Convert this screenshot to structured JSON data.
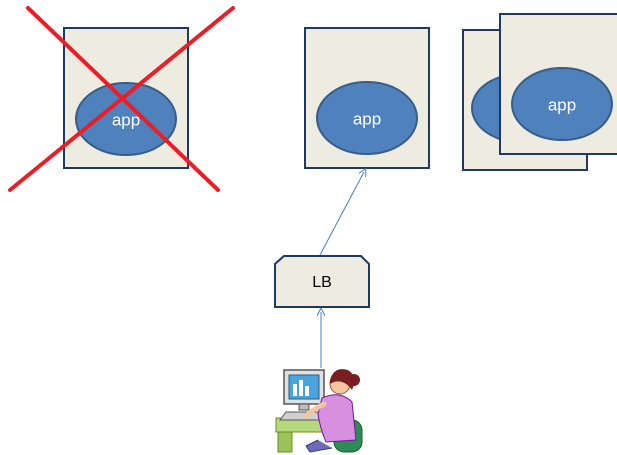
{
  "diagram": {
    "failed_server": {
      "app_label": "app",
      "crossed_out": true
    },
    "server": {
      "app_label": "app"
    },
    "server_stack": {
      "app_label": "app"
    },
    "load_balancer": {
      "label": "LB"
    },
    "user": {
      "icon": "user-at-computer-icon"
    },
    "colors": {
      "server_fill": "#eeece1",
      "server_stroke": "#1f3864",
      "app_fill": "#4f81bd",
      "app_stroke": "#385d8a",
      "cross": "#ee1c25",
      "arrow": "#4a7ebb"
    }
  }
}
